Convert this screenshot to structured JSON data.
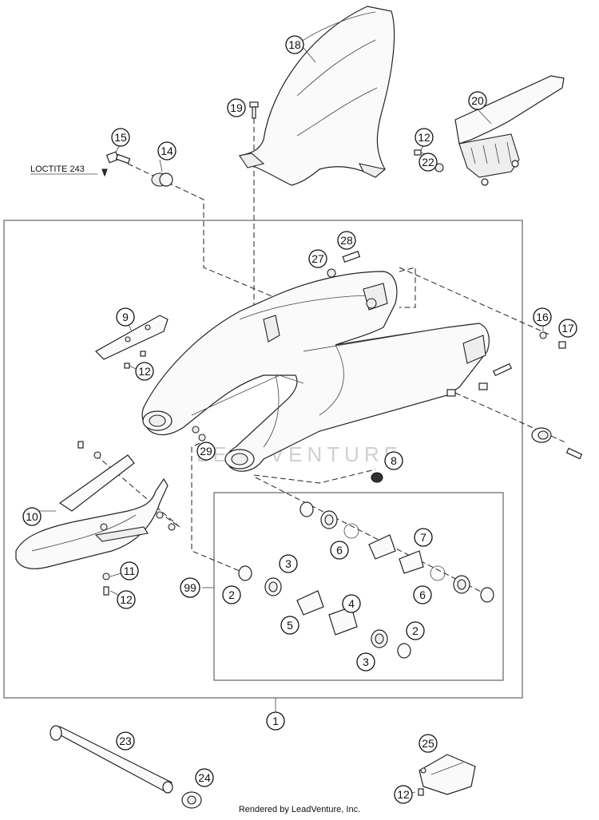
{
  "diagram": {
    "loctite_label": "LOCTITE 243",
    "footer": "Rendered by LeadVenture, Inc.",
    "watermark": "LEADVENTURE",
    "callouts": [
      "18",
      "19",
      "20",
      "15",
      "14",
      "12",
      "22",
      "28",
      "27",
      "9",
      "16",
      "17",
      "12",
      "29",
      "8",
      "10",
      "11",
      "12",
      "1",
      "99",
      "2",
      "3",
      "4",
      "5",
      "6",
      "7",
      "6",
      "2",
      "3",
      "23",
      "24",
      "25",
      "12"
    ]
  }
}
